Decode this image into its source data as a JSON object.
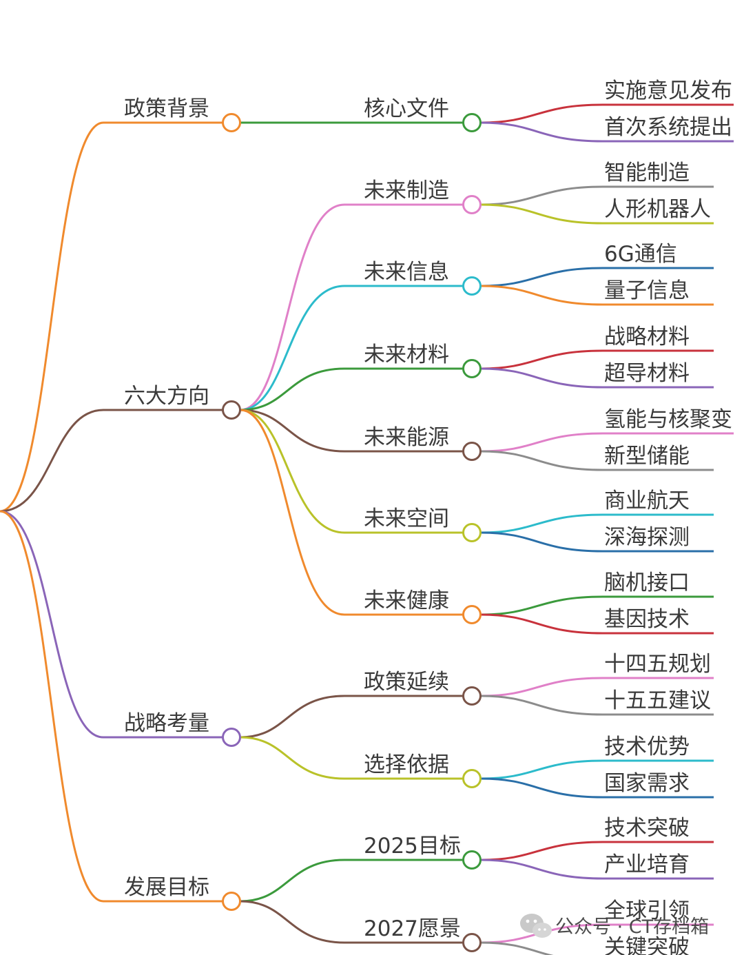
{
  "colors": {
    "orange": "#F08A2D",
    "green": "#3B9A3C",
    "pink": "#E080C8",
    "cyan": "#2CBBCB",
    "brown": "#7A5448",
    "olive": "#B9C229",
    "purple": "#8A65B8",
    "red": "#C8323C",
    "gray": "#8C8C8C",
    "blue": "#2A6FA8"
  },
  "mindmap": {
    "branches": [
      {
        "label": "政策背景",
        "color": "orange",
        "children": [
          {
            "label": "核心文件",
            "color": "green",
            "leaves": [
              {
                "label": "实施意见发布",
                "color": "red"
              },
              {
                "label": "首次系统提出",
                "color": "purple"
              }
            ]
          }
        ]
      },
      {
        "label": "六大方向",
        "color": "brown",
        "children": [
          {
            "label": "未来制造",
            "color": "pink",
            "leaves": [
              {
                "label": "智能制造",
                "color": "gray"
              },
              {
                "label": "人形机器人",
                "color": "olive"
              }
            ]
          },
          {
            "label": "未来信息",
            "color": "cyan",
            "leaves": [
              {
                "label": "6G通信",
                "color": "blue"
              },
              {
                "label": "量子信息",
                "color": "orange"
              }
            ]
          },
          {
            "label": "未来材料",
            "color": "green",
            "leaves": [
              {
                "label": "战略材料",
                "color": "red"
              },
              {
                "label": "超导材料",
                "color": "purple"
              }
            ]
          },
          {
            "label": "未来能源",
            "color": "brown",
            "leaves": [
              {
                "label": "氢能与核聚变",
                "color": "pink"
              },
              {
                "label": "新型储能",
                "color": "gray"
              }
            ]
          },
          {
            "label": "未来空间",
            "color": "olive",
            "leaves": [
              {
                "label": "商业航天",
                "color": "cyan"
              },
              {
                "label": "深海探测",
                "color": "blue"
              }
            ]
          },
          {
            "label": "未来健康",
            "color": "orange",
            "leaves": [
              {
                "label": "脑机接口",
                "color": "green"
              },
              {
                "label": "基因技术",
                "color": "red"
              }
            ]
          }
        ]
      },
      {
        "label": "战略考量",
        "color": "purple",
        "children": [
          {
            "label": "政策延续",
            "color": "brown",
            "leaves": [
              {
                "label": "十四五规划",
                "color": "pink"
              },
              {
                "label": "十五五建议",
                "color": "gray"
              }
            ]
          },
          {
            "label": "选择依据",
            "color": "olive",
            "leaves": [
              {
                "label": "技术优势",
                "color": "cyan"
              },
              {
                "label": "国家需求",
                "color": "blue"
              }
            ]
          }
        ]
      },
      {
        "label": "发展目标",
        "color": "orange",
        "children": [
          {
            "label": "2025目标",
            "color": "green",
            "leaves": [
              {
                "label": "技术突破",
                "color": "red"
              },
              {
                "label": "产业培育",
                "color": "purple"
              }
            ]
          },
          {
            "label": "2027愿景",
            "color": "brown",
            "leaves": [
              {
                "label": "全球引领",
                "color": "pink"
              },
              {
                "label": "关键突破",
                "color": "gray"
              }
            ]
          }
        ]
      }
    ]
  },
  "watermark": {
    "icon": "wechat-icon",
    "text": "公众号 · CT存档箱"
  }
}
